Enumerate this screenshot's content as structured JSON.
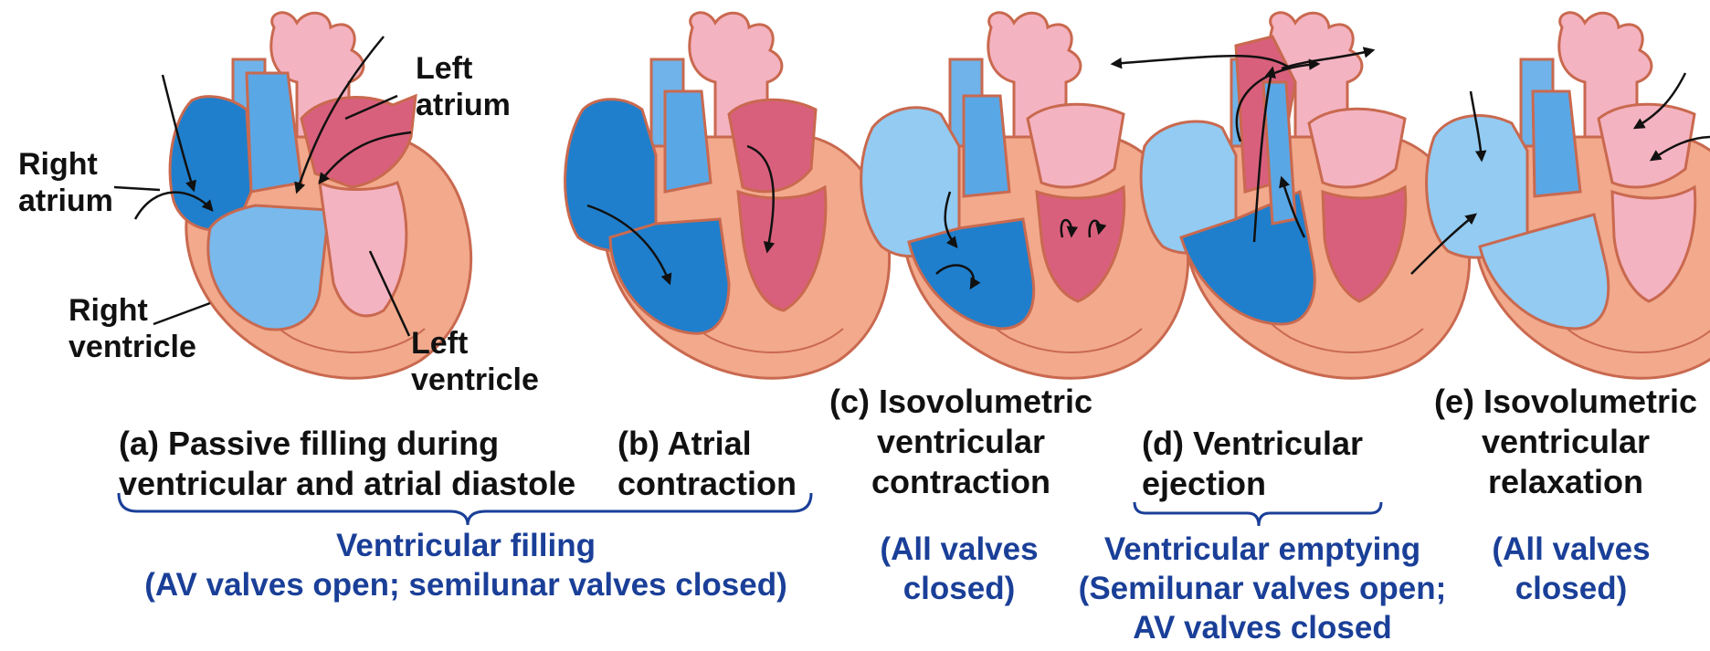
{
  "colors": {
    "deoxygenated": "#3f9be0",
    "deoxygenated_dark": "#1f7fcc",
    "oxygenated": "#d9607c",
    "oxygenated_light": "#f4b3c1",
    "myocardium": "#f2a98c",
    "outline": "#c9694f",
    "text": "#111111",
    "phase_text": "#1a3f98"
  },
  "heart_labels": {
    "right_atrium": [
      "Right",
      "atrium"
    ],
    "left_atrium": [
      "Left",
      "atrium"
    ],
    "right_ventricle": [
      "Right",
      "ventricle"
    ],
    "left_ventricle": [
      "Left",
      "ventricle"
    ]
  },
  "stages": {
    "a": [
      "(a) Passive filling during",
      "ventricular and atrial diastole"
    ],
    "b": [
      "(b) Atrial",
      "contraction"
    ],
    "c": [
      "(c) Isovolumetric",
      "ventricular",
      "contraction"
    ],
    "d": [
      "(d) Ventricular",
      "ejection"
    ],
    "e": [
      "(e) Isovolumetric",
      "ventricular",
      "relaxation"
    ]
  },
  "phases": {
    "filling": [
      "Ventricular filling",
      "(AV valves open; semilunar valves closed)"
    ],
    "contraction_valves": [
      "(All valves",
      "closed)"
    ],
    "emptying": [
      "Ventricular emptying",
      "(Semilunar valves open;",
      "AV valves closed"
    ],
    "relaxation_valves": [
      "(All valves",
      "closed)"
    ]
  }
}
